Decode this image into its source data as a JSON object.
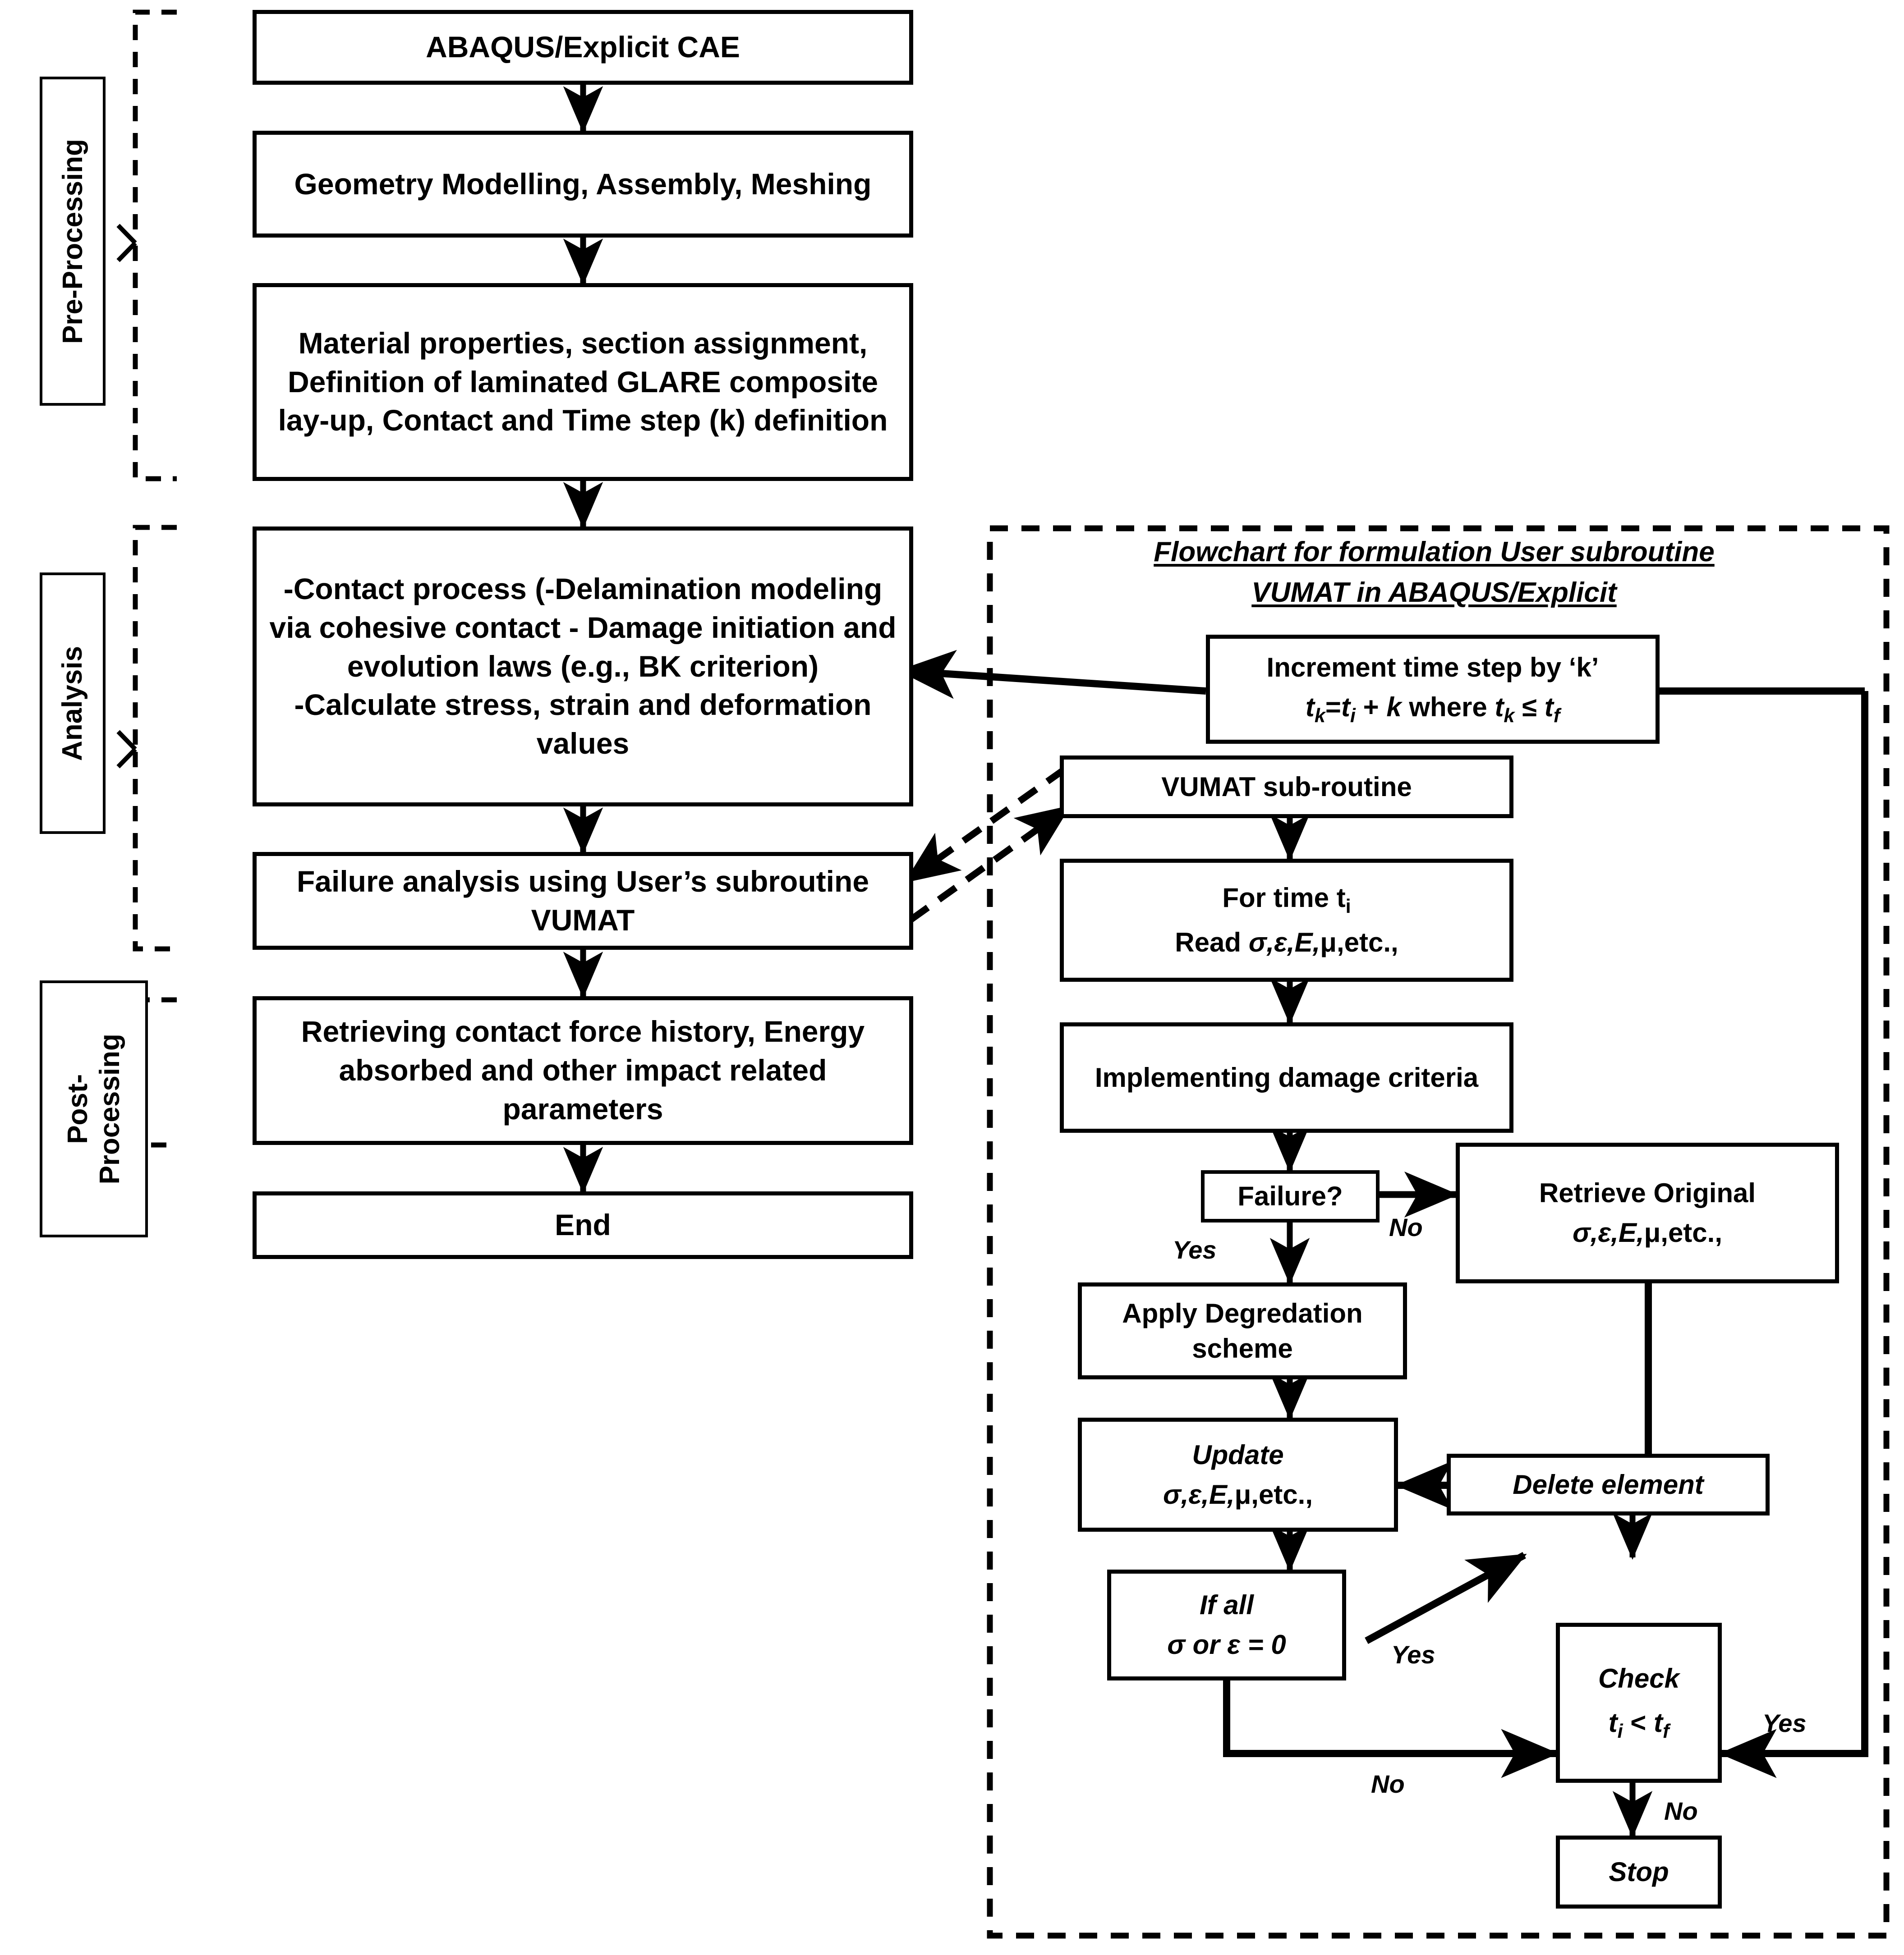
{
  "stages": [
    {
      "id": "pre",
      "label": "Pre-Processing"
    },
    {
      "id": "analysis",
      "label": "Analysis"
    },
    {
      "id": "post",
      "label": "Post-\nProcessing"
    }
  ],
  "main_flow": {
    "boxes": [
      {
        "id": "abaqus",
        "text": "ABAQUS/Explicit CAE"
      },
      {
        "id": "geometry",
        "text": "Geometry Modelling, Assembly, Meshing"
      },
      {
        "id": "material",
        "text": "Material properties, section assignment, Definition of laminated GLARE composite lay-up, Contact and Time step (k) definition"
      },
      {
        "id": "contact",
        "text": "-Contact process (-Delamination modeling via cohesive contact - Damage initiation and evolution laws (e.g., BK criterion)\n-Calculate stress, strain and deformation values"
      },
      {
        "id": "failure",
        "text": "Failure analysis using  User’s subroutine VUMAT"
      },
      {
        "id": "retrieving",
        "text": "Retrieving contact force history, Energy absorbed and other impact related parameters"
      },
      {
        "id": "end",
        "text": "End"
      }
    ]
  },
  "vumat_panel": {
    "title_line1": "Flowchart for formulation User subroutine",
    "title_line2": "VUMAT in ABAQUS/Explicit",
    "boxes": [
      {
        "id": "increment",
        "line1": "Increment time step by ‘k’",
        "line2_a": "t",
        "line2_sub1": "k",
        "line2_b": "=t",
        "line2_sub2": "i",
        "line2_c": " + k where t",
        "line2_sub3": "k",
        "line2_d": " ≤ t",
        "line2_sub4": "f"
      },
      {
        "id": "vumat_sub",
        "text": "VUMAT sub-routine"
      },
      {
        "id": "for_time",
        "line1_a": "For time t",
        "line1_sub": "i",
        "line2": "Read σ,ε,E,μ,etc.,"
      },
      {
        "id": "damage",
        "text": "Implementing damage criteria"
      },
      {
        "id": "failure_q",
        "text": "Failure?"
      },
      {
        "id": "retrieve",
        "line1": "Retrieve Original",
        "line2": "σ,ε,E,μ,etc.,"
      },
      {
        "id": "degradation",
        "text": "Apply Degredation scheme"
      },
      {
        "id": "update",
        "line1": "Update",
        "line2": "σ,ε,E,μ,etc.,"
      },
      {
        "id": "ifall",
        "line1": "If all",
        "line2": "σ or ε = 0"
      },
      {
        "id": "delete",
        "text": "Delete element"
      },
      {
        "id": "check",
        "line1": "Check",
        "line2_a": "t",
        "line2_sub1": "i",
        "line2_b": " < t",
        "line2_sub2": "f"
      },
      {
        "id": "stop",
        "text": "Stop"
      }
    ],
    "edge_labels": [
      {
        "id": "failure-no",
        "text": "No"
      },
      {
        "id": "failure-yes",
        "text": "Yes"
      },
      {
        "id": "ifall-yes",
        "text": "Yes"
      },
      {
        "id": "ifall-no",
        "text": "No"
      },
      {
        "id": "check-yes",
        "text": "Yes"
      },
      {
        "id": "check-no",
        "text": "No"
      }
    ]
  },
  "colors": {
    "stroke": "#000000",
    "fill": "#ffffff"
  }
}
